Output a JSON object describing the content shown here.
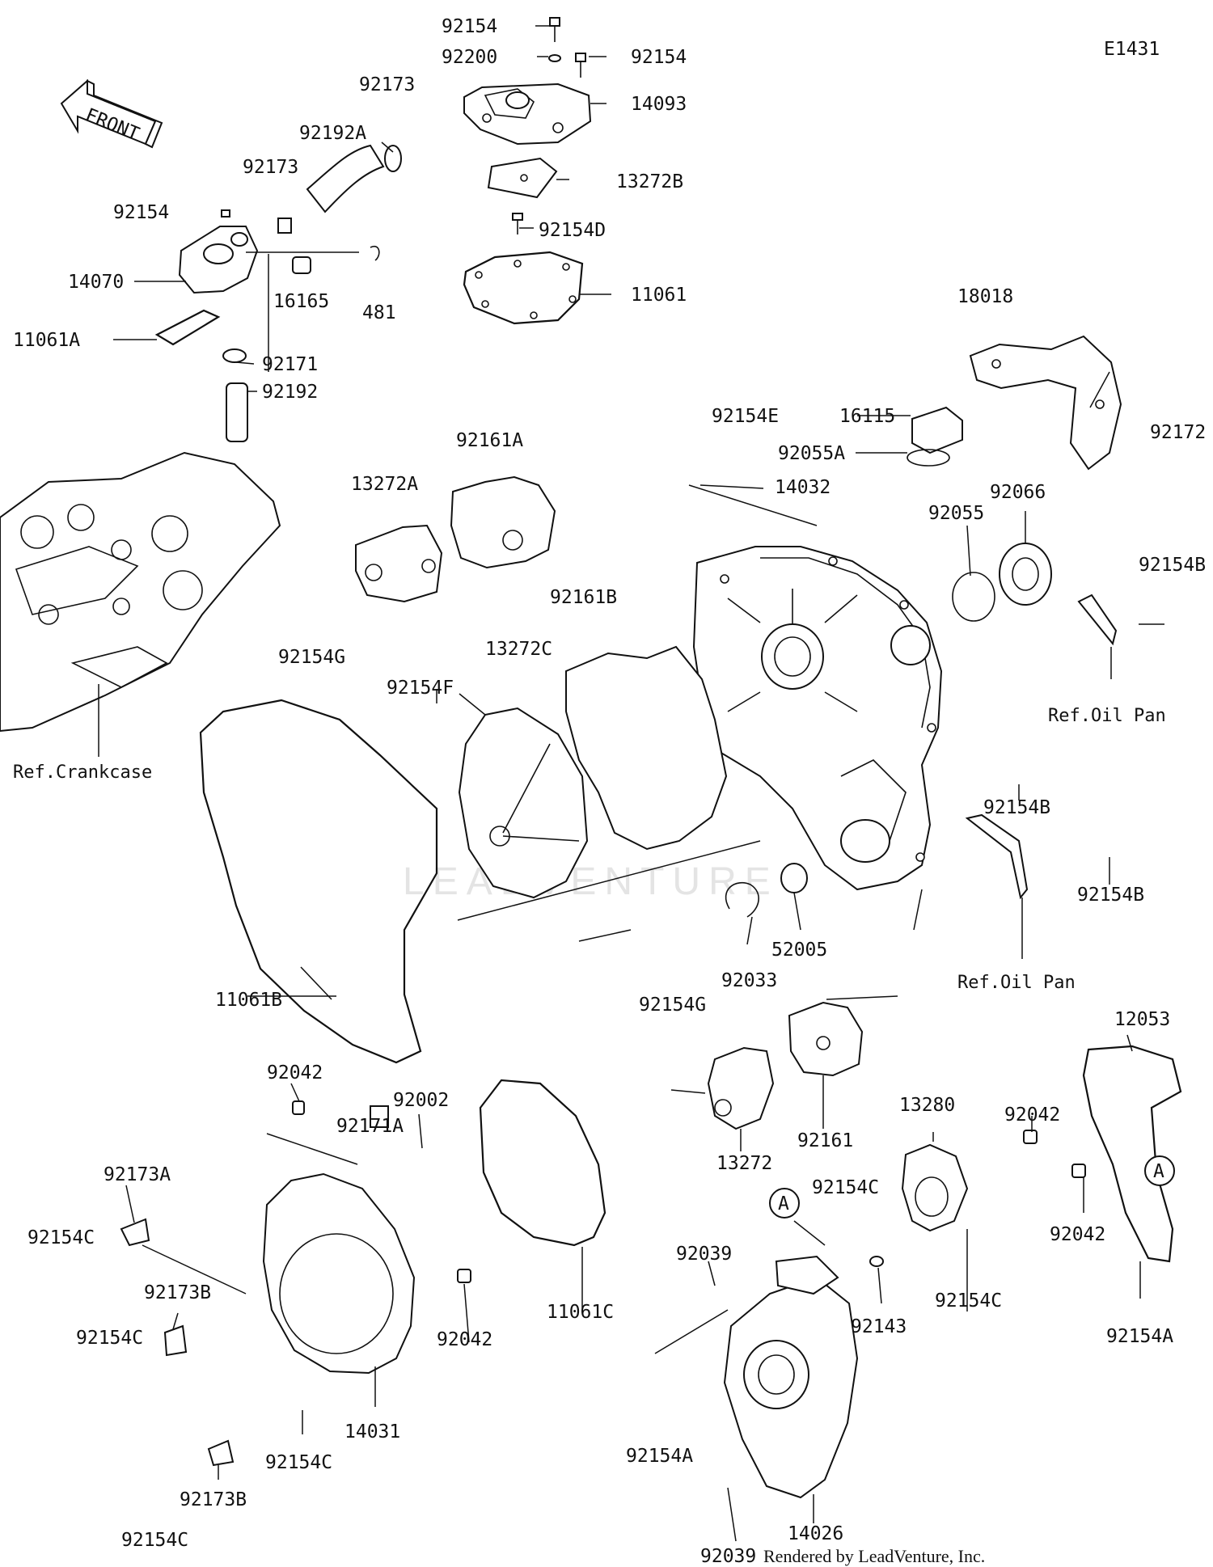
{
  "diagram_code": "E1431",
  "direction_arrow": {
    "label": "FRONT"
  },
  "watermark": "LEADVENTURE",
  "footer": "Rendered by LeadVenture, Inc.",
  "colors": {
    "ink": "#111111",
    "background": "#ffffff",
    "watermark": "#e4e4e4"
  },
  "labels": {
    "p92154_top": "92154",
    "p92200": "92200",
    "p92154_top_r": "92154",
    "p14093": "14093",
    "p92173_a": "92173",
    "p92192A": "92192A",
    "p92173_b": "92173",
    "p13272B": "13272B",
    "p92154_left": "92154",
    "p92154D": "92154D",
    "p14070": "14070",
    "p16165": "16165",
    "p481": "481",
    "p11061": "11061",
    "p11061A": "11061A",
    "p92171": "92171",
    "p92192": "92192",
    "p18018": "18018",
    "p92172": "92172",
    "p16115": "16115",
    "p92154E": "92154E",
    "p92055A": "92055A",
    "p92161A": "92161A",
    "p13272A": "13272A",
    "p14032": "14032",
    "p92066": "92066",
    "p92055": "92055",
    "p92154B_1": "92154B",
    "p92161B": "92161B",
    "p92154G_1": "92154G",
    "p13272C": "13272C",
    "p92154F": "92154F",
    "ref_oil_pan_1": "Ref.Oil Pan",
    "ref_crankcase": "Ref.Crankcase",
    "p92154B_2": "92154B",
    "p92154B_3": "92154B",
    "p52005": "52005",
    "p92033": "92033",
    "ref_oil_pan_2": "Ref.Oil Pan",
    "p11061B": "11061B",
    "p92154G_2": "92154G",
    "p12053": "12053",
    "p13280": "13280",
    "p92042_r1": "92042",
    "p13272": "13272",
    "p92161": "92161",
    "p92042_l1": "92042",
    "p92002": "92002",
    "p92171A": "92171A",
    "p92173A": "92173A",
    "p92154C_1": "92154C",
    "p92154C_r1": "92154C",
    "callout_a_1": "A",
    "callout_a_2": "A",
    "p92042_r2": "92042",
    "p92039_1": "92039",
    "p92173B_1": "92173B",
    "p92154C_2": "92154C",
    "p92042_l2": "92042",
    "p11061C": "11061C",
    "p92143": "92143",
    "p92154C_r2": "92154C",
    "p92154A_r": "92154A",
    "p14031": "14031",
    "p92154C_3": "92154C",
    "p92154A_l": "92154A",
    "p92173B_2": "92173B",
    "p92154C_4": "92154C",
    "p14026": "14026",
    "p92039_2": "92039"
  }
}
